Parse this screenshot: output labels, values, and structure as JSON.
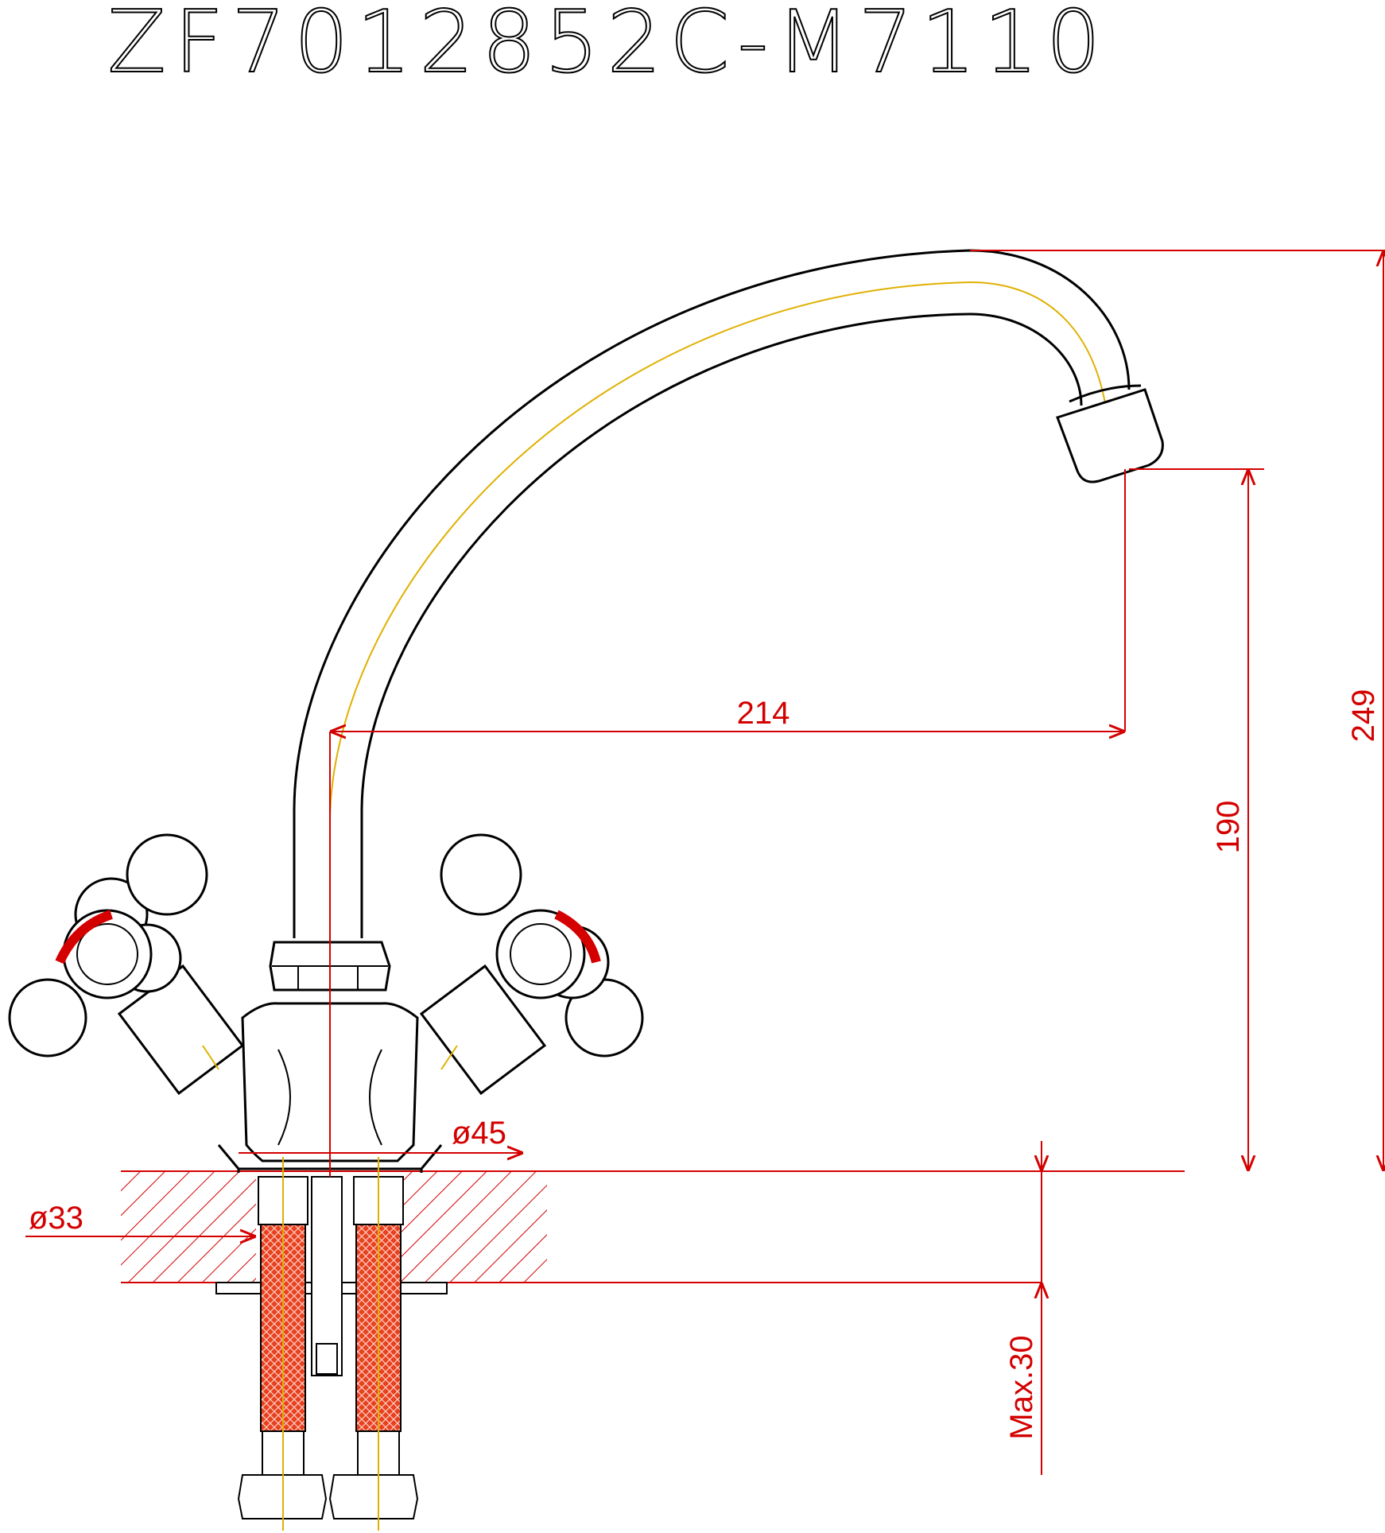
{
  "title": "ZF7012852C-M7110",
  "dimensions": {
    "spout_reach": "214",
    "spout_outlet_height": "190",
    "total_height": "249",
    "base_diameter": "ø45",
    "mounting_hole_diameter": "ø33",
    "max_countertop_thickness": "Max.30"
  },
  "colors": {
    "outline": "#000000",
    "dimension": "#d40000",
    "centerline": "#e0b000",
    "hatch": "#d40000",
    "hose_fill": "#e03020"
  },
  "icons": {
    "left_handle": "cross-handle-icon",
    "right_handle": "cross-handle-icon",
    "spout": "spout-icon"
  }
}
